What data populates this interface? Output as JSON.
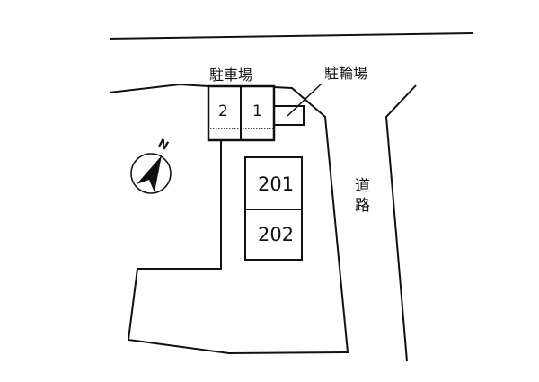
{
  "labels": {
    "parking": "駐車場",
    "bicycle_parking": "駐輪場",
    "road": "道路",
    "road_char1": "道",
    "road_char2": "路",
    "space_2": "2",
    "space_1": "1",
    "unit_201": "201",
    "unit_202": "202",
    "north": "N"
  }
}
